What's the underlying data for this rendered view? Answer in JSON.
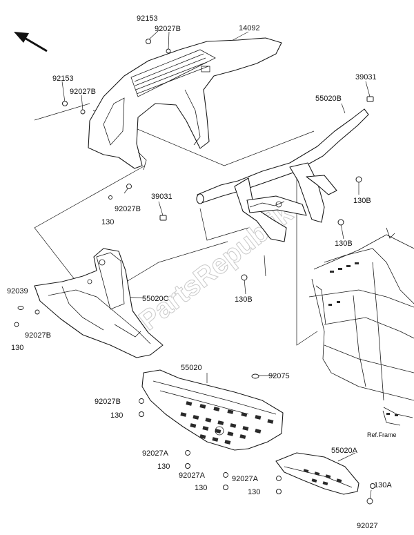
{
  "labels": {
    "p92153_top": "92153",
    "p92027B_top": "92027B",
    "p14092": "14092",
    "p92153_left": "92153",
    "p92027B_left": "92027B",
    "p39031_right": "39031",
    "p55020B": "55020B",
    "p39031_mid": "39031",
    "p92027B_mid": "92027B",
    "p130_mid": "130",
    "p130B_a": "130B",
    "p130B_b": "130B",
    "p130B_c": "130B",
    "p92039": "92039",
    "p55020C": "55020C",
    "p130_left": "130",
    "p92027B_low": "92027B",
    "p55020": "55020",
    "p92075": "92075",
    "p92027B_skid": "92027B",
    "p130_skid": "130",
    "p92027A_a": "92027A",
    "p130_a": "130",
    "p92027A_b": "92027A",
    "p130_b": "130",
    "p92027A_c": "92027A",
    "p130_c": "130",
    "p55020A": "55020A",
    "p130A": "130A",
    "p92027": "92027"
  },
  "ref_frame": "Ref.Frame",
  "watermark": "PartsRepublik",
  "icons": {
    "direction": "arrow-up-left-icon"
  }
}
